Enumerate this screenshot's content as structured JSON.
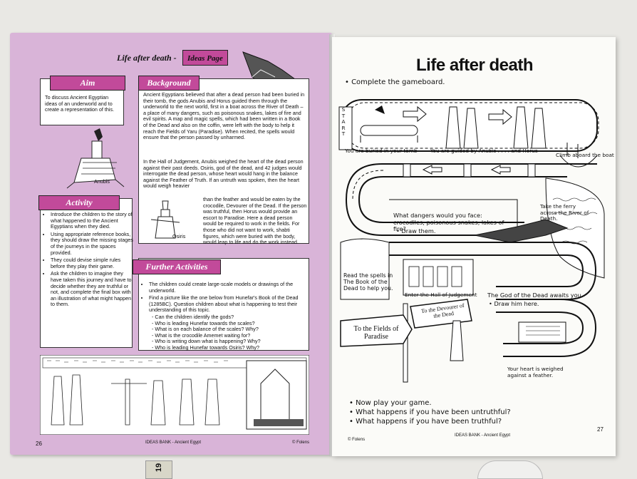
{
  "left_page": {
    "header_title": "Life after death -",
    "header_tag": "Ideas Page",
    "aim": {
      "title": "Aim",
      "text": "To discuss Ancient Egyptian ideas of an underworld and to create a representation of this."
    },
    "anubis_label": "Anubis",
    "osiris_label": "Osiris",
    "background": {
      "title": "Background",
      "p1": "Ancient Egyptians believed that after a dead person had been buried in their tomb, the gods Anubis and Horus guided them through the underworld to the next world, first in a boat across the River of Death – a place of many dangers, such as poisonous snakes, lakes of fire and evil spirits. A map and magic spells, which had been written in a Book of the Dead and also on the coffin, were left with the body to help it reach the Fields of Yaru (Paradise). When recited, the spells would ensure that the person passed by unharmed.",
      "p2": "In the Hall of Judgement, Anubis weighed the heart of the dead person against their past deeds. Osiris, god of the dead, and 42 judges would interrogate the dead person, whose heart would hang in the balance against the Feather of Truth. If an untruth was spoken, then the heart would weigh heavier",
      "p3": "than the feather and would be eaten by the crocodile, Devourer of the Dead. If the person was truthful, then Horus would provide an escort to Paradise. Here a dead person would be required to work in the fields. For those who did not want to work, shabti figures, which were buried with the body, would leap to life and do the work instead."
    },
    "activity": {
      "title": "Activity",
      "items": [
        "Introduce the children to the story of what happened to the Ancient Egyptians when they died.",
        "Using appropriate reference books, they should draw the missing stages of the journeys in the spaces provided.",
        "They could devise simple rules before they play their game.",
        "Ask the children to imagine they have taken this journey and have to decide whether they are truthful or not, and complete the final box with an illustration of what might happen to them."
      ]
    },
    "further": {
      "title": "Further Activities",
      "items": [
        "The children could create large-scale models or drawings of the underworld.",
        "Find a picture like the one below from Hunefar's Book of the Dead (1285BC). Question children about what is happening to test their understanding of this topic."
      ],
      "sub_items": [
        "- Can the children identify the gods?",
        "- Who is leading Hunefar towards the scales?",
        "- What is on each balance of the scales?  Why?",
        "- What is the crocodile Amemet waiting for?",
        "- Who is writing down what is happening?  Why?",
        "- Who is leading Hunefar towards Osiris? Why?"
      ]
    },
    "footer": {
      "page_number": "26",
      "series": "IDEAS BANK - Ancient Egypt",
      "publisher": "© Folens"
    }
  },
  "right_page": {
    "title": "Life after death",
    "instruction": "Complete the gameboard.",
    "start_letters": [
      "S",
      "T",
      "A",
      "R",
      "T"
    ],
    "captions": {
      "buried": "You are buried in your tomb",
      "guided": "You are guided by Anubis . . . . and Horus",
      "climb": "Climb aboard the boat",
      "ferry": "Take the ferry across the River of Death.",
      "dangers": "What dangers would you face: crocodiles, poisonous snakes, lakes of fire?",
      "draw_them": "Draw them.",
      "read_spells": "Read the spells in The Book of the Dead to help you.",
      "hall": "Enter the Hall of Judgement",
      "god_dead": "The God of the Dead awaits you.",
      "draw_him": "Draw him here.",
      "heart": "Your heart is weighed against a feather.",
      "fields_sign": "To the Fields of Paradise",
      "devourer_sign": "To the Devourer of the Dead"
    },
    "bullets": [
      "Now play your game.",
      "What happens if you have been untruthful?",
      "What happens if you have been truthful?"
    ],
    "footer": {
      "publisher": "© Folens",
      "series": "IDEAS BANK - Ancient Egypt",
      "page_number": "27"
    }
  },
  "ruler": {
    "number": "19"
  }
}
